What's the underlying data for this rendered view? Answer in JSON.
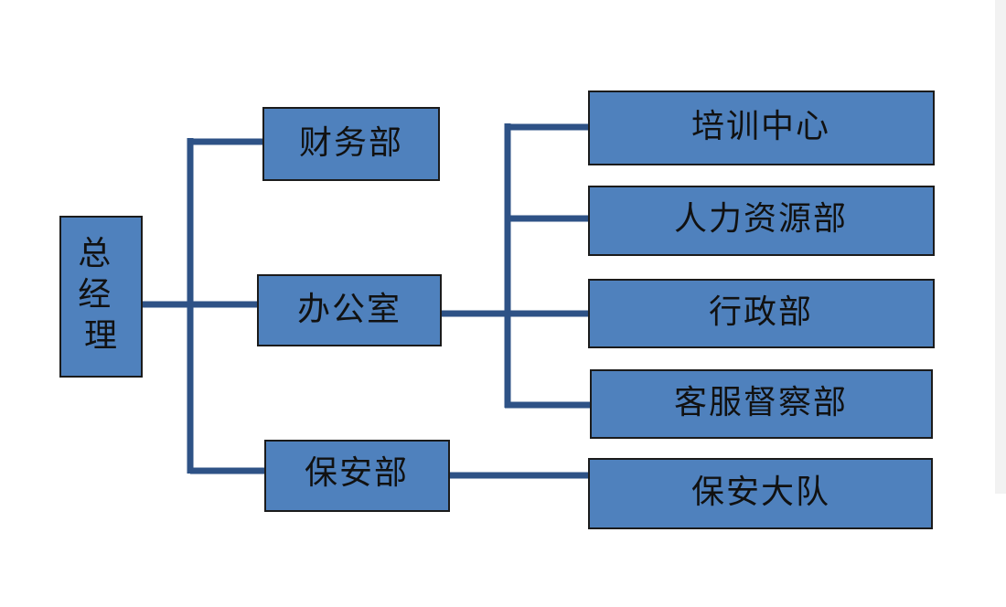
{
  "chart": {
    "root": "总经理",
    "level1": [
      "财务部",
      "办公室",
      "保安部"
    ],
    "office_children": [
      "培训中心",
      "人力资源部",
      "行政部",
      "客服督察部"
    ],
    "security_children": [
      "保安大队"
    ]
  },
  "colors": {
    "box_fill": "#4f81bd",
    "connector": "#2e5286",
    "border": "#1b1b1b"
  }
}
